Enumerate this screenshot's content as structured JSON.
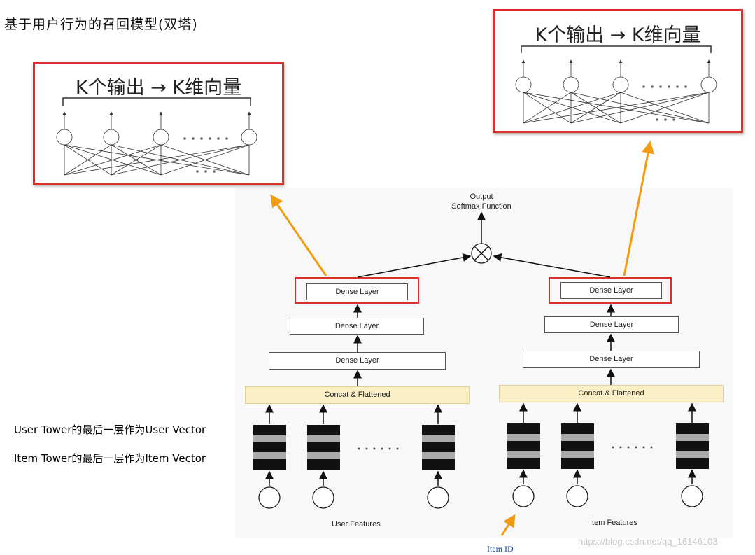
{
  "title": "基于用户行为的召回模型(双塔)",
  "left_panel": {
    "title": "K个输出 → K维向量"
  },
  "right_panel": {
    "title": "K个输出 → K维向量"
  },
  "notes": {
    "user_tower": "User Tower的最后一层作为User Vector",
    "item_tower": "Item Tower的最后一层作为Item Vector"
  },
  "diagram": {
    "output_line1": "Output",
    "output_line2": "Softmax Function",
    "user_tower": {
      "dense_top": "Dense Layer",
      "dense_mid": "Dense Layer",
      "dense_bottom": "Dense Layer",
      "concat": "Concat & Flattened",
      "features": "User Features"
    },
    "item_tower": {
      "dense_top": "Dense Layer",
      "dense_mid": "Dense Layer",
      "dense_bottom": "Dense Layer",
      "concat": "Concat & Flattened",
      "features": "Item Features"
    },
    "item_id": "Item ID"
  },
  "watermark": "https://blog.csdn.net/qq_16146103",
  "colors": {
    "highlight": "#d9302b",
    "arrow": "#f39c12",
    "concat_fill": "#fbefc6"
  }
}
